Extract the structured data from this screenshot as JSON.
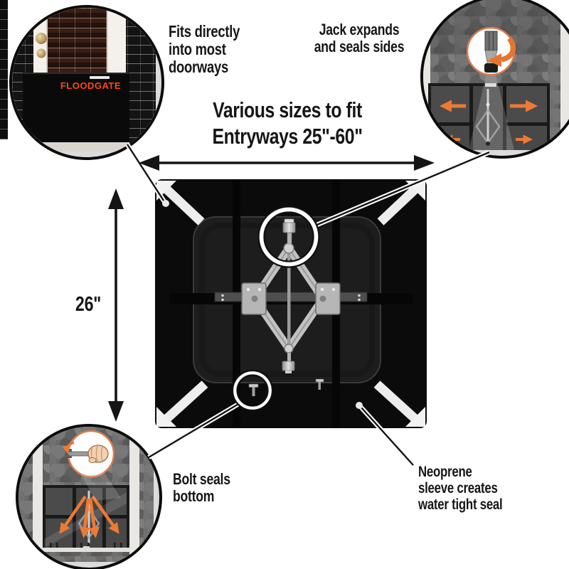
{
  "page": {
    "background": "#ffffff"
  },
  "product": {
    "brand_label": "FLOODGATE"
  },
  "labels": {
    "fits": [
      "Fits directly",
      "into most",
      "doorways"
    ],
    "jack": [
      "Jack expands",
      "and seals sides"
    ],
    "bolt": [
      "Bolt seals",
      "bottom"
    ],
    "neoprene": [
      "Neoprene",
      "sleeve creates",
      "water tight seal"
    ]
  },
  "dimensions": {
    "width_title": [
      "Various sizes to fit",
      "Entryways 25\"-60\""
    ],
    "height": "26\""
  },
  "icons": {
    "rotate_arrow": "curved-orange-arrow",
    "expand_arrows": "left-right-orange-arrows",
    "spread_arrows": "fan-down-orange-arrows",
    "highlight_rings": "white-double-circle",
    "dimension_arrows": "black-double-headed-arrows"
  },
  "colors": {
    "accent_orange": "#ED7A33",
    "brand_orange": "#FF4812",
    "line_black": "#141414",
    "product_black": "#0B0B0B",
    "barrier_gray": "#4B4B4B",
    "wave_gray": "#7B7B7B",
    "jack_silver": "#C2C2C2"
  }
}
